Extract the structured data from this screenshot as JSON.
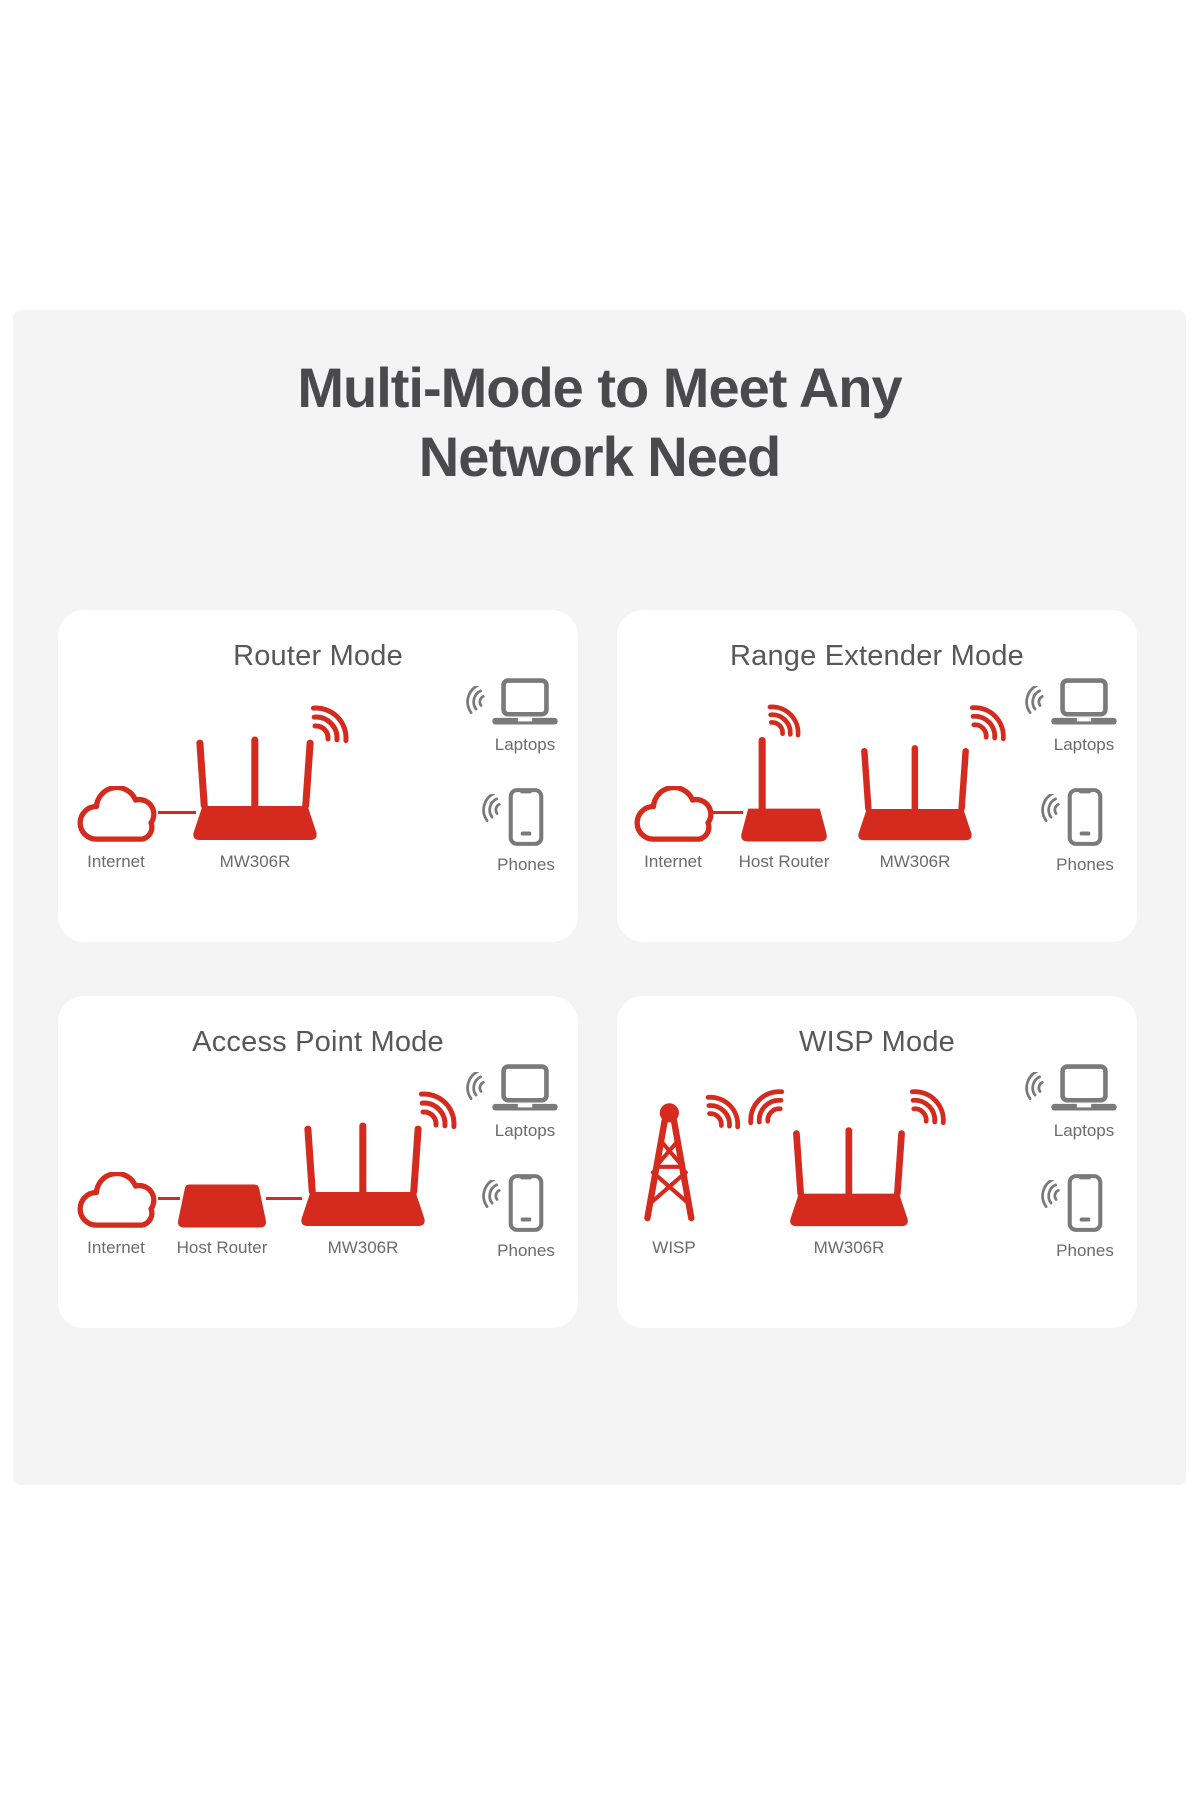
{
  "header": {
    "title_line1": "Multi-Mode to Meet Any",
    "title_line2": "Network Need"
  },
  "colors": {
    "red": "#d52a1e",
    "icon_gray": "#7a7a7a",
    "panel_bg": "#f4f4f5",
    "card_bg": "#ffffff",
    "title_color": "#4a4a4c",
    "panel_title_color": "#58585a",
    "label_color": "#6b6b6b"
  },
  "panels": [
    {
      "id": "router-mode",
      "title": "Router Mode",
      "nodes": [
        {
          "id": "internet",
          "label": "Internet"
        },
        {
          "id": "mw306r",
          "label": "MW306R"
        }
      ],
      "devices": [
        {
          "id": "laptops",
          "label": "Laptops"
        },
        {
          "id": "phones",
          "label": "Phones"
        }
      ]
    },
    {
      "id": "range-extender-mode",
      "title": "Range Extender Mode",
      "nodes": [
        {
          "id": "internet",
          "label": "Internet"
        },
        {
          "id": "host-router",
          "label": "Host Router"
        },
        {
          "id": "mw306r",
          "label": "MW306R"
        }
      ],
      "devices": [
        {
          "id": "laptops",
          "label": "Laptops"
        },
        {
          "id": "phones",
          "label": "Phones"
        }
      ]
    },
    {
      "id": "access-point-mode",
      "title": "Access Point Mode",
      "nodes": [
        {
          "id": "internet",
          "label": "Internet"
        },
        {
          "id": "host-router",
          "label": "Host Router"
        },
        {
          "id": "mw306r",
          "label": "MW306R"
        }
      ],
      "devices": [
        {
          "id": "laptops",
          "label": "Laptops"
        },
        {
          "id": "phones",
          "label": "Phones"
        }
      ]
    },
    {
      "id": "wisp-mode",
      "title": "WISP Mode",
      "nodes": [
        {
          "id": "wisp",
          "label": "WISP"
        },
        {
          "id": "mw306r",
          "label": "MW306R"
        }
      ],
      "devices": [
        {
          "id": "laptops",
          "label": "Laptops"
        },
        {
          "id": "phones",
          "label": "Phones"
        }
      ]
    }
  ]
}
